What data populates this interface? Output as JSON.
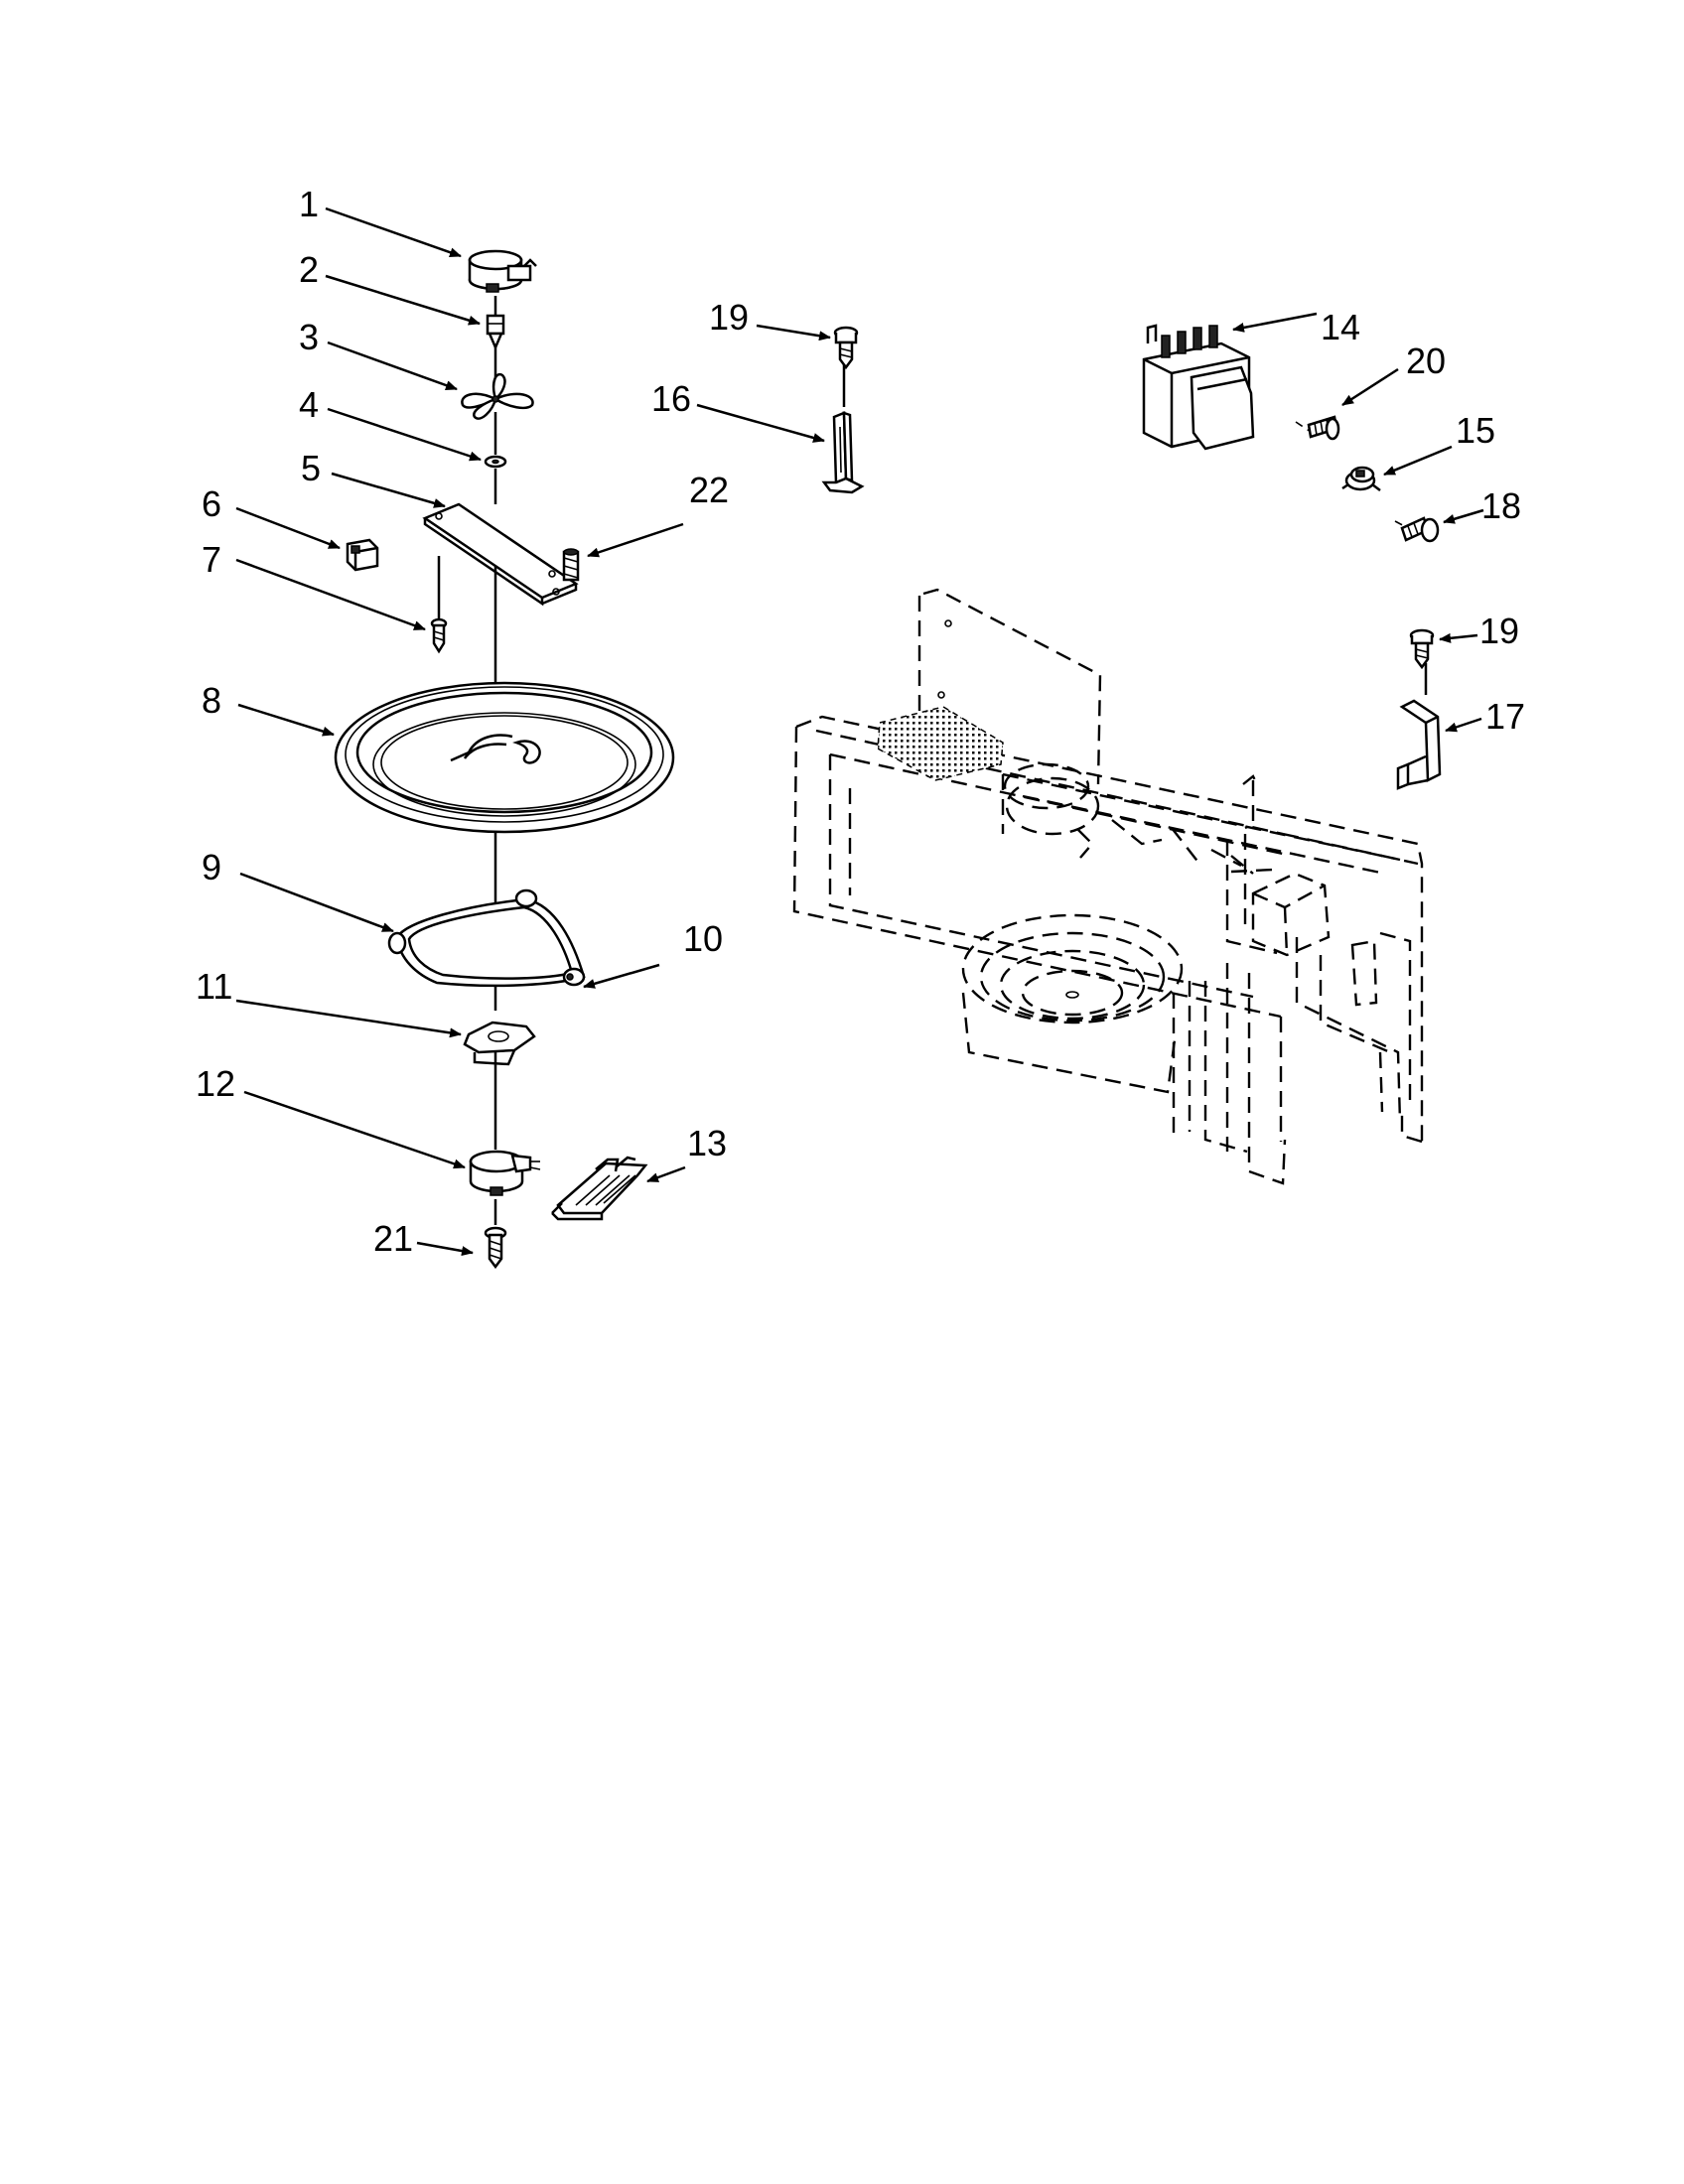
{
  "callouts": [
    {
      "id": "1",
      "label": "1"
    },
    {
      "id": "2",
      "label": "2"
    },
    {
      "id": "3",
      "label": "3"
    },
    {
      "id": "4",
      "label": "4"
    },
    {
      "id": "5",
      "label": "5"
    },
    {
      "id": "6",
      "label": "6"
    },
    {
      "id": "7",
      "label": "7"
    },
    {
      "id": "8",
      "label": "8"
    },
    {
      "id": "9",
      "label": "9"
    },
    {
      "id": "10",
      "label": "10"
    },
    {
      "id": "11",
      "label": "11"
    },
    {
      "id": "12",
      "label": "12"
    },
    {
      "id": "13",
      "label": "13"
    },
    {
      "id": "14",
      "label": "14"
    },
    {
      "id": "15",
      "label": "15"
    },
    {
      "id": "16",
      "label": "16"
    },
    {
      "id": "17",
      "label": "17"
    },
    {
      "id": "18",
      "label": "18"
    },
    {
      "id": "19a",
      "label": "19"
    },
    {
      "id": "19b",
      "label": "19"
    },
    {
      "id": "20",
      "label": "20"
    },
    {
      "id": "21",
      "label": "21"
    },
    {
      "id": "22",
      "label": "22"
    }
  ]
}
